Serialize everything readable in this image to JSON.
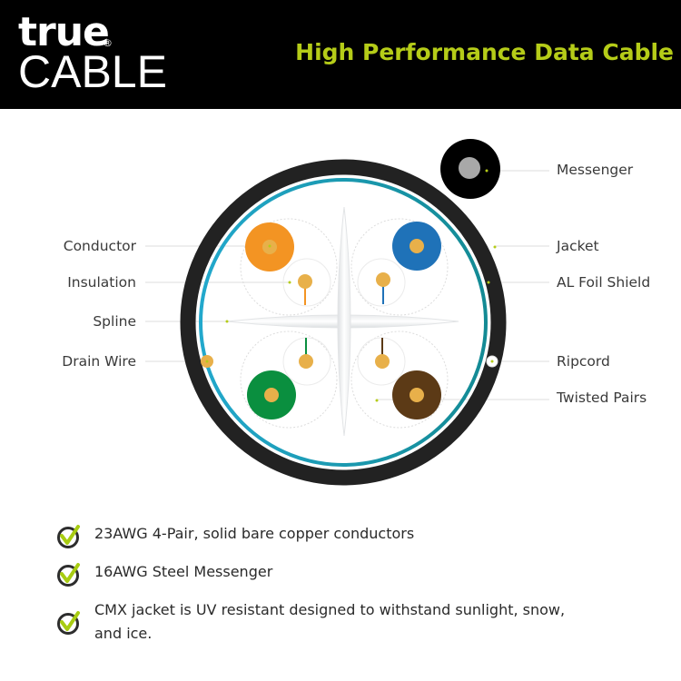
{
  "header": {
    "logo_top": "true",
    "logo_registered": "®",
    "logo_bottom": "CABLE",
    "title": "High Performance Data Cable",
    "title_color": "#b5cc18",
    "background": "#000000"
  },
  "diagram": {
    "labels_left": [
      "Conductor",
      "Insulation",
      "Spline",
      "Drain Wire"
    ],
    "labels_right": [
      "Messenger",
      "Jacket",
      "AL Foil Shield",
      "Ripcord",
      "Twisted Pairs"
    ],
    "colors": {
      "jacket": "#222222",
      "foil_shield": "#1aa0c0",
      "conductor_core": "#e8b04a",
      "pair_orange": "#f39423",
      "pair_blue": "#1f72b8",
      "pair_green": "#0a8f3f",
      "pair_brown": "#5c3a16",
      "messenger_core": "#a8a8a8",
      "pointer_dot": "#b5cc18"
    }
  },
  "features": [
    {
      "text": "23AWG 4-Pair, solid bare copper conductors",
      "icon": "check-circle-icon"
    },
    {
      "text": "16AWG Steel Messenger",
      "icon": "check-circle-icon"
    },
    {
      "text": "CMX jacket is UV resistant designed to withstand sunlight, snow, and ice.",
      "icon": "check-circle-icon"
    }
  ]
}
